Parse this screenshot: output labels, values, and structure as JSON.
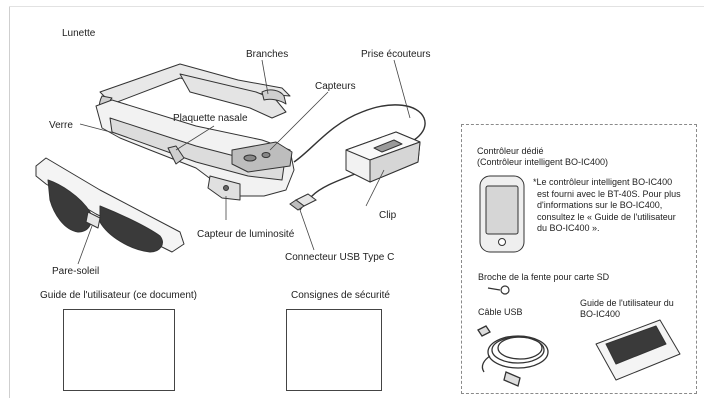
{
  "labels": {
    "lunette": "Lunette",
    "branches": "Branches",
    "prise_ecouteurs": "Prise écouteurs",
    "capteurs": "Capteurs",
    "plaquette_nasale": "Plaquette nasale",
    "verre": "Verre",
    "clip": "Clip",
    "capteur_luminosite": "Capteur de luminosité",
    "connecteur_usb": "Connecteur USB Type C",
    "pare_soleil": "Pare-soleil",
    "guide_utilisateur": "Guide de l'utilisateur (ce document)",
    "consignes_securite": "Consignes de sécurité"
  },
  "controller_box": {
    "title_line1": "Contrôleur dédié",
    "title_line2": "(Contrôleur intelligent BO-IC400)",
    "note_line1": "*Le contrôleur intelligent BO-IC400",
    "note_line2": "est fourni avec le BT-40S. Pour plus",
    "note_line3": "d'informations sur le BO-IC400,",
    "note_line4": "consultez le « Guide de l'utilisateur",
    "note_line5": "du BO-IC400 ».",
    "sd_pin": "Broche de la fente pour carte SD",
    "usb_cable": "Câble USB",
    "guide_bo_line1": "Guide de l'utilisateur du",
    "guide_bo_line2": "BO-IC400"
  },
  "colors": {
    "line": "#333333",
    "fill_light": "#f0f0f0",
    "fill_mid": "#d8d8d8",
    "fill_dark": "#3a3a3a"
  }
}
